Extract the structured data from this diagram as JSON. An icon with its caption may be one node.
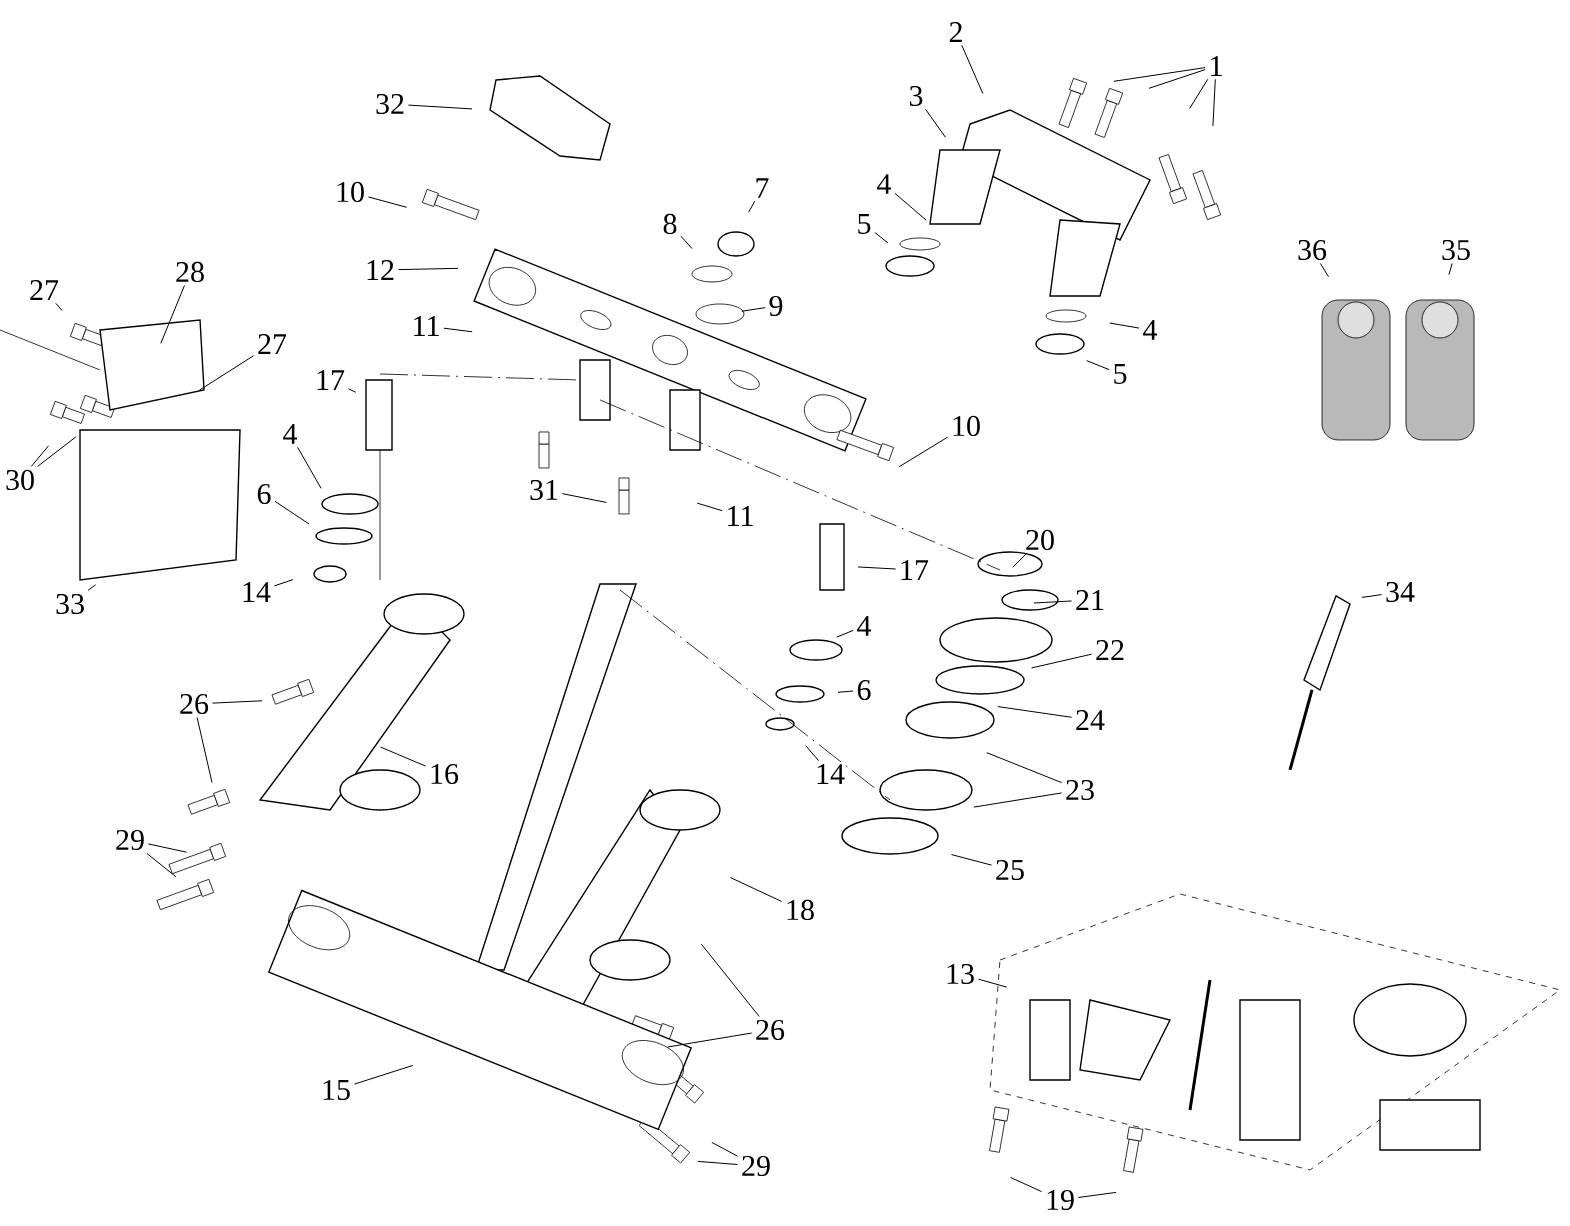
{
  "diagram": {
    "nodes": [
      {
        "text": [
          "1"
        ]
      },
      {
        "text": [
          "2"
        ]
      },
      {
        "text": [
          "3"
        ]
      },
      {
        "text": [
          "4"
        ]
      },
      {
        "text": [
          "5"
        ]
      },
      {
        "text": [
          "4"
        ]
      },
      {
        "text": [
          "5"
        ]
      },
      {
        "text": [
          "32"
        ]
      },
      {
        "text": [
          "10"
        ]
      },
      {
        "text": [
          "12"
        ]
      },
      {
        "text": [
          "8"
        ]
      },
      {
        "text": [
          "7"
        ]
      },
      {
        "text": [
          "9"
        ]
      },
      {
        "text": [
          "11"
        ]
      },
      {
        "text": [
          "27"
        ]
      },
      {
        "text": [
          "28"
        ]
      },
      {
        "text": [
          "27"
        ]
      },
      {
        "text": [
          "17"
        ]
      },
      {
        "text": [
          "10"
        ]
      },
      {
        "text": [
          "31"
        ]
      },
      {
        "text": [
          "11"
        ]
      },
      {
        "text": [
          "30"
        ]
      },
      {
        "text": [
          "4"
        ]
      },
      {
        "text": [
          "6"
        ]
      },
      {
        "text": [
          "14"
        ]
      },
      {
        "text": [
          "33"
        ]
      },
      {
        "text": [
          "20"
        ]
      },
      {
        "text": [
          "17"
        ]
      },
      {
        "text": [
          "21"
        ]
      },
      {
        "text": [
          "4"
        ]
      },
      {
        "text": [
          "22"
        ]
      },
      {
        "text": [
          "34"
        ]
      },
      {
        "text": [
          "6"
        ]
      },
      {
        "text": [
          "24"
        ]
      },
      {
        "text": [
          "14"
        ]
      },
      {
        "text": [
          "23"
        ]
      },
      {
        "text": [
          "25"
        ]
      },
      {
        "text": [
          "26"
        ]
      },
      {
        "text": [
          "16"
        ]
      },
      {
        "text": [
          "29"
        ]
      },
      {
        "text": [
          "18"
        ]
      },
      {
        "text": [
          "26"
        ]
      },
      {
        "text": [
          "15"
        ]
      },
      {
        "text": [
          "29"
        ]
      },
      {
        "text": [
          "13"
        ]
      },
      {
        "text": [
          "19"
        ]
      },
      {
        "text": [
          "36"
        ]
      },
      {
        "text": [
          "35"
        ]
      }
    ],
    "edges": [
      {
        "from": 0,
        "to": null,
        "arrow": "none"
      },
      {
        "from": 0,
        "to": null,
        "arrow": "none"
      },
      {
        "from": 0,
        "to": null,
        "arrow": "none"
      },
      {
        "from": 0,
        "to": null,
        "arrow": "none"
      },
      {
        "from": 1,
        "to": null,
        "arrow": "none"
      },
      {
        "from": 2,
        "to": null,
        "arrow": "none"
      },
      {
        "from": 3,
        "to": null,
        "arrow": "none"
      },
      {
        "from": 4,
        "to": null,
        "arrow": "none"
      },
      {
        "from": 5,
        "to": null,
        "arrow": "none"
      },
      {
        "from": 6,
        "to": null,
        "arrow": "none"
      },
      {
        "from": 7,
        "to": null,
        "arrow": "none"
      },
      {
        "from": 8,
        "to": null,
        "arrow": "none"
      },
      {
        "from": 9,
        "to": null,
        "arrow": "none"
      },
      {
        "from": 10,
        "to": null,
        "arrow": "none"
      },
      {
        "from": 11,
        "to": null,
        "arrow": "none"
      },
      {
        "from": 12,
        "to": null,
        "arrow": "none"
      },
      {
        "from": 13,
        "to": null,
        "arrow": "none"
      },
      {
        "from": 14,
        "to": null,
        "arrow": "none"
      },
      {
        "from": 15,
        "to": null,
        "arrow": "none"
      },
      {
        "from": 16,
        "to": null,
        "arrow": "none"
      },
      {
        "from": 17,
        "to": null,
        "arrow": "none"
      },
      {
        "from": 18,
        "to": null,
        "arrow": "none"
      },
      {
        "from": 19,
        "to": null,
        "arrow": "none"
      },
      {
        "from": 20,
        "to": null,
        "arrow": "none"
      },
      {
        "from": 21,
        "to": null,
        "arrow": "none"
      },
      {
        "from": 21,
        "to": null,
        "arrow": "none"
      },
      {
        "from": 22,
        "to": null,
        "arrow": "none"
      },
      {
        "from": 23,
        "to": null,
        "arrow": "none"
      },
      {
        "from": 24,
        "to": null,
        "arrow": "none"
      },
      {
        "from": 25,
        "to": null,
        "arrow": "none"
      },
      {
        "from": 26,
        "to": null,
        "arrow": "none"
      },
      {
        "from": 27,
        "to": null,
        "arrow": "none"
      },
      {
        "from": 28,
        "to": null,
        "arrow": "none"
      },
      {
        "from": 29,
        "to": null,
        "arrow": "none"
      },
      {
        "from": 30,
        "to": null,
        "arrow": "none"
      },
      {
        "from": 31,
        "to": null,
        "arrow": "none"
      },
      {
        "from": 32,
        "to": null,
        "arrow": "none"
      },
      {
        "from": 33,
        "to": null,
        "arrow": "none"
      },
      {
        "from": 34,
        "to": null,
        "arrow": "none"
      },
      {
        "from": 35,
        "to": null,
        "arrow": "none"
      },
      {
        "from": 35,
        "to": null,
        "arrow": "none"
      },
      {
        "from": 36,
        "to": null,
        "arrow": "none"
      },
      {
        "from": 37,
        "to": null,
        "arrow": "none"
      },
      {
        "from": 37,
        "to": null,
        "arrow": "none"
      },
      {
        "from": 38,
        "to": null,
        "arrow": "none"
      },
      {
        "from": 39,
        "to": null,
        "arrow": "none"
      },
      {
        "from": 39,
        "to": null,
        "arrow": "none"
      },
      {
        "from": 40,
        "to": null,
        "arrow": "none"
      },
      {
        "from": 41,
        "to": null,
        "arrow": "none"
      },
      {
        "from": 41,
        "to": null,
        "arrow": "none"
      },
      {
        "from": 42,
        "to": null,
        "arrow": "none"
      },
      {
        "from": 43,
        "to": null,
        "arrow": "none"
      },
      {
        "from": 43,
        "to": null,
        "arrow": "none"
      },
      {
        "from": 44,
        "to": null,
        "arrow": "none"
      },
      {
        "from": 45,
        "to": null,
        "arrow": "none"
      },
      {
        "from": 45,
        "to": null,
        "arrow": "none"
      },
      {
        "from": 46,
        "to": null,
        "arrow": "none"
      },
      {
        "from": 47,
        "to": null,
        "arrow": "none"
      }
    ]
  }
}
